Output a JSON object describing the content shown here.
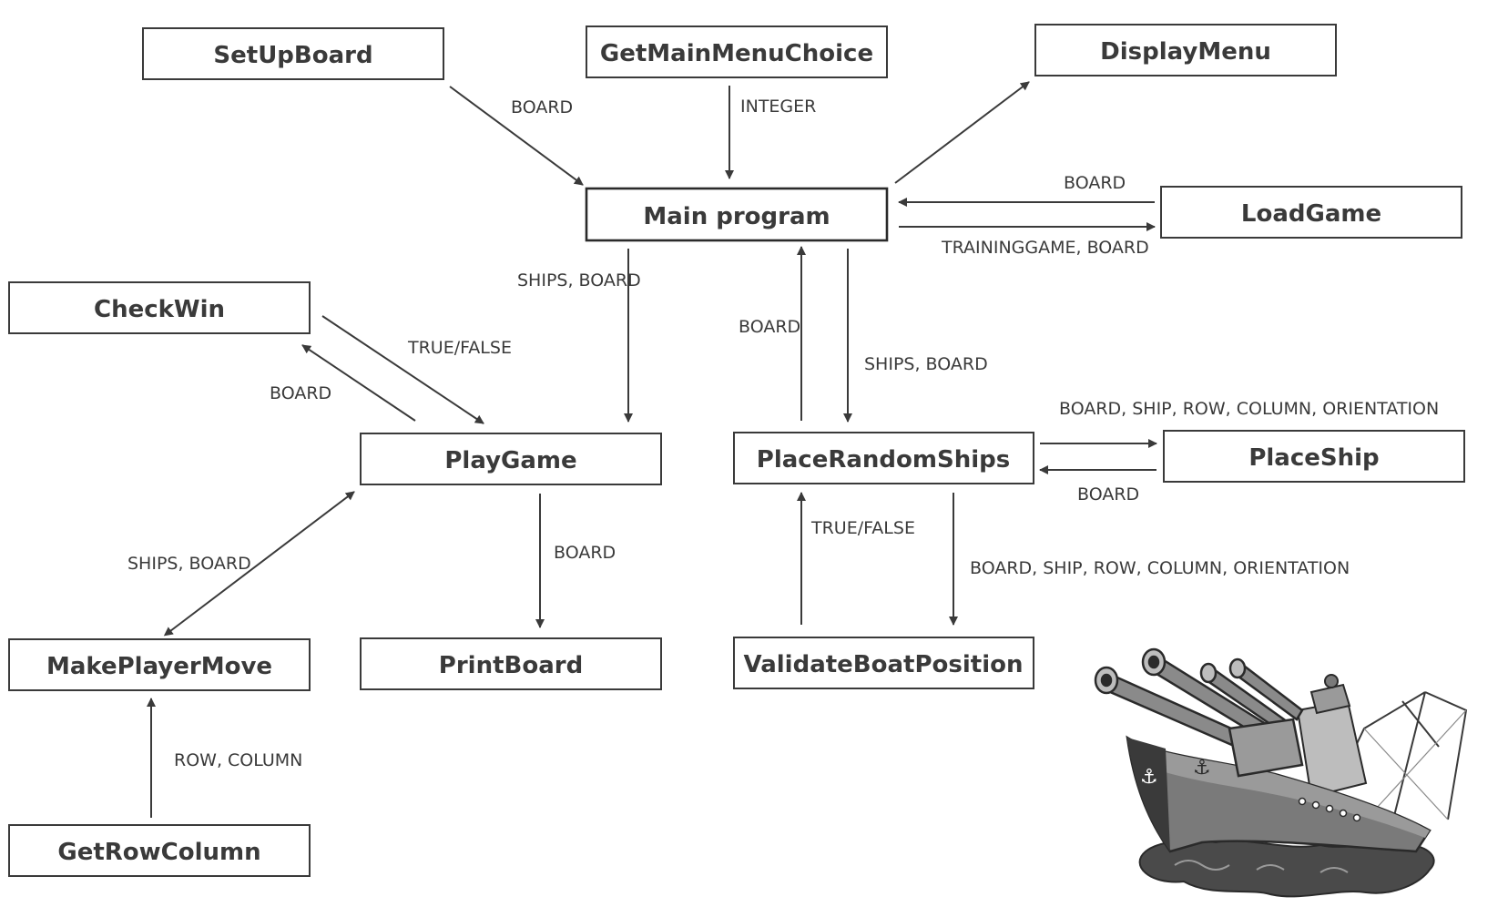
{
  "diagram": {
    "boxes": {
      "setupboard": "SetUpBoard",
      "getmainmenuchoice": "GetMainMenuChoice",
      "displaymenu": "DisplayMenu",
      "mainprogram": "Main program",
      "loadgame": "LoadGame",
      "checkwin": "CheckWin",
      "playgame": "PlayGame",
      "placerandomships": "PlaceRandomShips",
      "placeship": "PlaceShip",
      "makeplayermove": "MakePlayerMove",
      "printboard": "PrintBoard",
      "validateboatposition": "ValidateBoatPosition",
      "getrowcolumn": "GetRowColumn"
    },
    "edges": {
      "setupboard_to_main": "BOARD",
      "getmainmenuchoice_to_main": "INTEGER",
      "loadgame_to_main": "BOARD",
      "main_to_loadgame": "TRAININGGAME, BOARD",
      "main_to_playgame": "SHIPS, BOARD",
      "placerandomships_to_main": "BOARD",
      "main_to_placerandomships": "SHIPS, BOARD",
      "checkwin_to_playgame": "TRUE/FALSE",
      "playgame_to_checkwin": "BOARD",
      "placerandomships_to_placeship": "BOARD, SHIP, ROW, COLUMN, ORIENTATION",
      "placeship_to_placerandomships": "BOARD",
      "playgame_makeplayermove": "SHIPS, BOARD",
      "playgame_to_printboard": "BOARD",
      "validate_to_placerandomships": "TRUE/FALSE",
      "placerandomships_to_validate": "BOARD, SHIP, ROW, COLUMN, ORIENTATION",
      "getrowcolumn_to_makeplayermove": "ROW, COLUMN"
    }
  },
  "illustration": {
    "name": "battleship-illustration"
  },
  "colors": {
    "ink": "#3a3a3a",
    "ship_hull": "#7a7a7a",
    "ship_light": "#bdbdbd",
    "water": "#4a4a4a"
  }
}
